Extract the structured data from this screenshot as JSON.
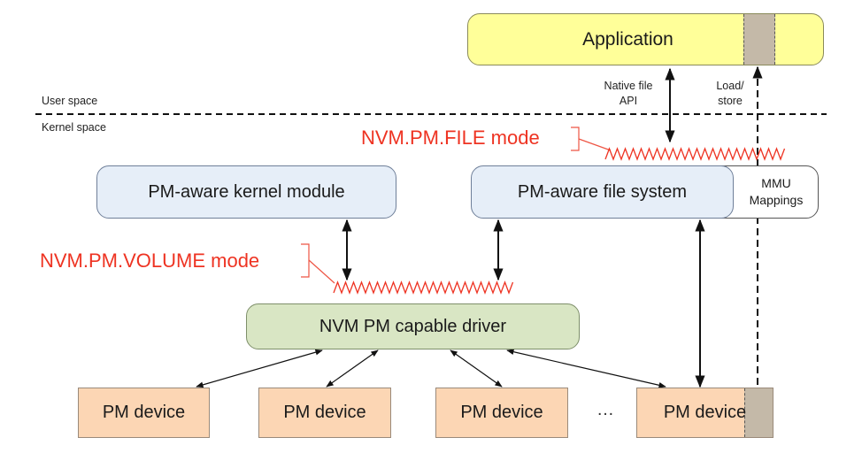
{
  "labels": {
    "user_space": "User space",
    "kernel_space": "Kernel space",
    "native_file_api_line1": "Native file",
    "native_file_api_line2": "API",
    "load_store_line1": "Load/",
    "load_store_line2": "store",
    "file_mode": "NVM.PM.FILE mode",
    "volume_mode": "NVM.PM.VOLUME mode",
    "ellipsis": "…"
  },
  "boxes": {
    "application": "Application",
    "kernel_module": "PM-aware kernel module",
    "file_system": "PM-aware file system",
    "mmu_line1": "MMU",
    "mmu_line2": "Mappings",
    "driver": "NVM PM capable driver",
    "devices": [
      "PM device",
      "PM device",
      "PM device",
      "PM device"
    ]
  },
  "colors": {
    "application_fill": "#ffff99",
    "kernel_fill": "#e6eef8",
    "driver_fill": "#d9e6c4",
    "device_fill": "#fcd6b4",
    "mode_label": "#ee3322",
    "mapped_region_fill": "#c4b9a8"
  }
}
